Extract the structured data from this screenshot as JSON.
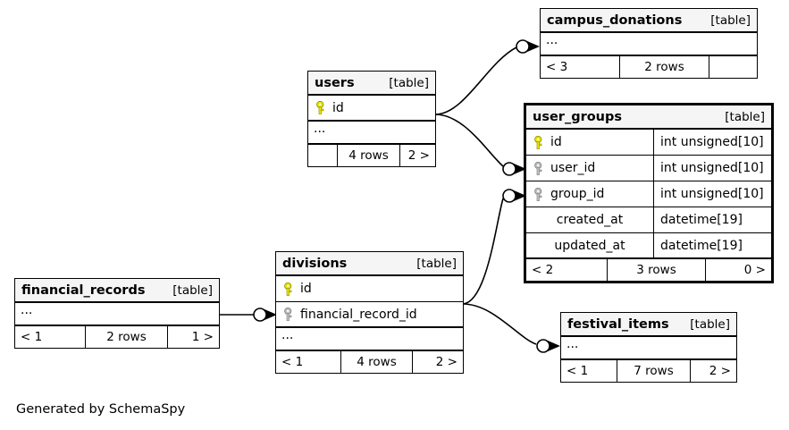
{
  "diagram": {
    "caption": "Generated by SchemaSpy",
    "background": "#ffffff",
    "header_fill": "#f5f5f5",
    "line_color": "#000000",
    "pk_key_color": "#e8e800",
    "fk_key_color": "#b0b0b0",
    "table_tag": "[table]"
  },
  "tables": {
    "campus_donations": {
      "name": "campus_donations",
      "tag": "[table]",
      "ellipsis": "...",
      "footer": {
        "left": "< 3",
        "center": "2 rows",
        "right": ""
      }
    },
    "users": {
      "name": "users",
      "tag": "[table]",
      "ellipsis": "...",
      "columns": [
        {
          "name": "id",
          "key": "primary",
          "type": ""
        }
      ],
      "footer": {
        "left": "",
        "center": "4 rows",
        "right": "2 >"
      }
    },
    "user_groups": {
      "name": "user_groups",
      "tag": "[table]",
      "highlighted": true,
      "columns": [
        {
          "name": "id",
          "key": "primary",
          "type": "int unsigned[10]"
        },
        {
          "name": "user_id",
          "key": "foreign",
          "type": "int unsigned[10]"
        },
        {
          "name": "group_id",
          "key": "foreign",
          "type": "int unsigned[10]"
        },
        {
          "name": "created_at",
          "key": "none",
          "type": "datetime[19]"
        },
        {
          "name": "updated_at",
          "key": "none",
          "type": "datetime[19]"
        }
      ],
      "footer": {
        "left": "< 2",
        "center": "3 rows",
        "right": "0 >"
      }
    },
    "divisions": {
      "name": "divisions",
      "tag": "[table]",
      "ellipsis": "...",
      "columns": [
        {
          "name": "id",
          "key": "primary",
          "type": ""
        },
        {
          "name": "financial_record_id",
          "key": "foreign",
          "type": ""
        }
      ],
      "footer": {
        "left": "< 1",
        "center": "4 rows",
        "right": "2 >"
      }
    },
    "financial_records": {
      "name": "financial_records",
      "tag": "[table]",
      "ellipsis": "...",
      "footer": {
        "left": "< 1",
        "center": "2 rows",
        "right": "1 >"
      }
    },
    "festival_items": {
      "name": "festival_items",
      "tag": "[table]",
      "ellipsis": "...",
      "footer": {
        "left": "< 1",
        "center": "7 rows",
        "right": "2 >"
      }
    }
  },
  "relationships": [
    {
      "from": "users",
      "to": "campus_donations"
    },
    {
      "from": "users",
      "to": "user_groups.user_id"
    },
    {
      "from": "divisions",
      "to": "user_groups.group_id"
    },
    {
      "from": "divisions",
      "to": "festival_items"
    },
    {
      "from": "financial_records",
      "to": "divisions.financial_record_id"
    }
  ]
}
